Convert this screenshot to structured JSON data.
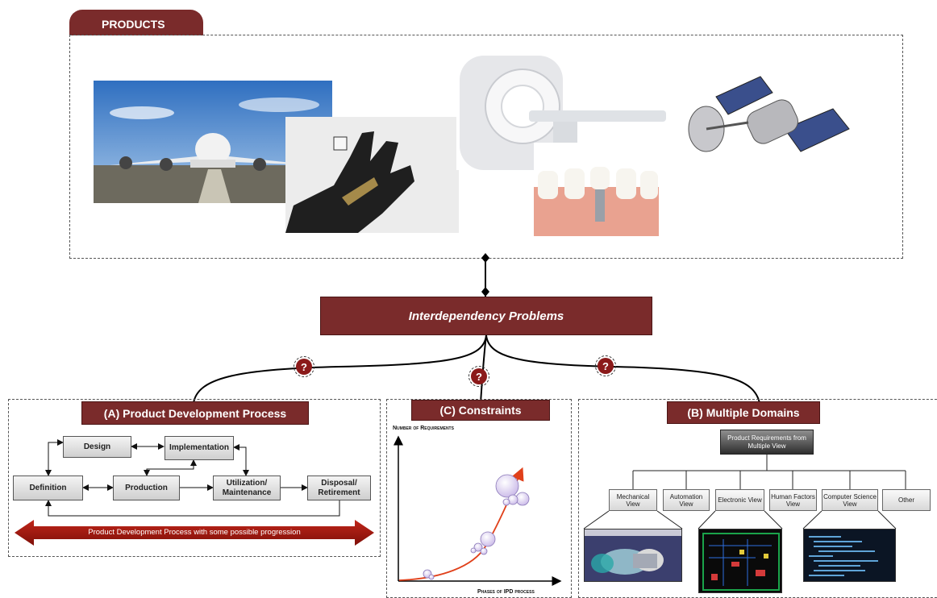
{
  "products": {
    "tab_label": "PRODUCTS"
  },
  "central": {
    "title": "Interdependency Problems"
  },
  "question_mark": "?",
  "pdp": {
    "title": "(A) Product Development Process",
    "boxes": {
      "design": "Design",
      "implementation": "Implementation",
      "definition": "Definition",
      "production": "Production",
      "utilization": "Utilization/ Maintenance",
      "disposal": "Disposal/ Retirement"
    },
    "arrow_label": "Product Development Process with some possible progression"
  },
  "constraints": {
    "title": "(C) Constraints",
    "ylabel": "Number of Requirements",
    "xlabel": "Phases of IPD process"
  },
  "domains": {
    "title": "(B) Multiple Domains",
    "root": "Product Requirements from Multiple View",
    "views": [
      "Mechanical View",
      "Automation View",
      "Electronic View",
      "Human Factors View",
      "Computer Science View",
      "Other"
    ]
  },
  "colors": {
    "maroon": "#7a2b2b",
    "curve": "#e0401a",
    "arrow_red": "#a01810"
  }
}
